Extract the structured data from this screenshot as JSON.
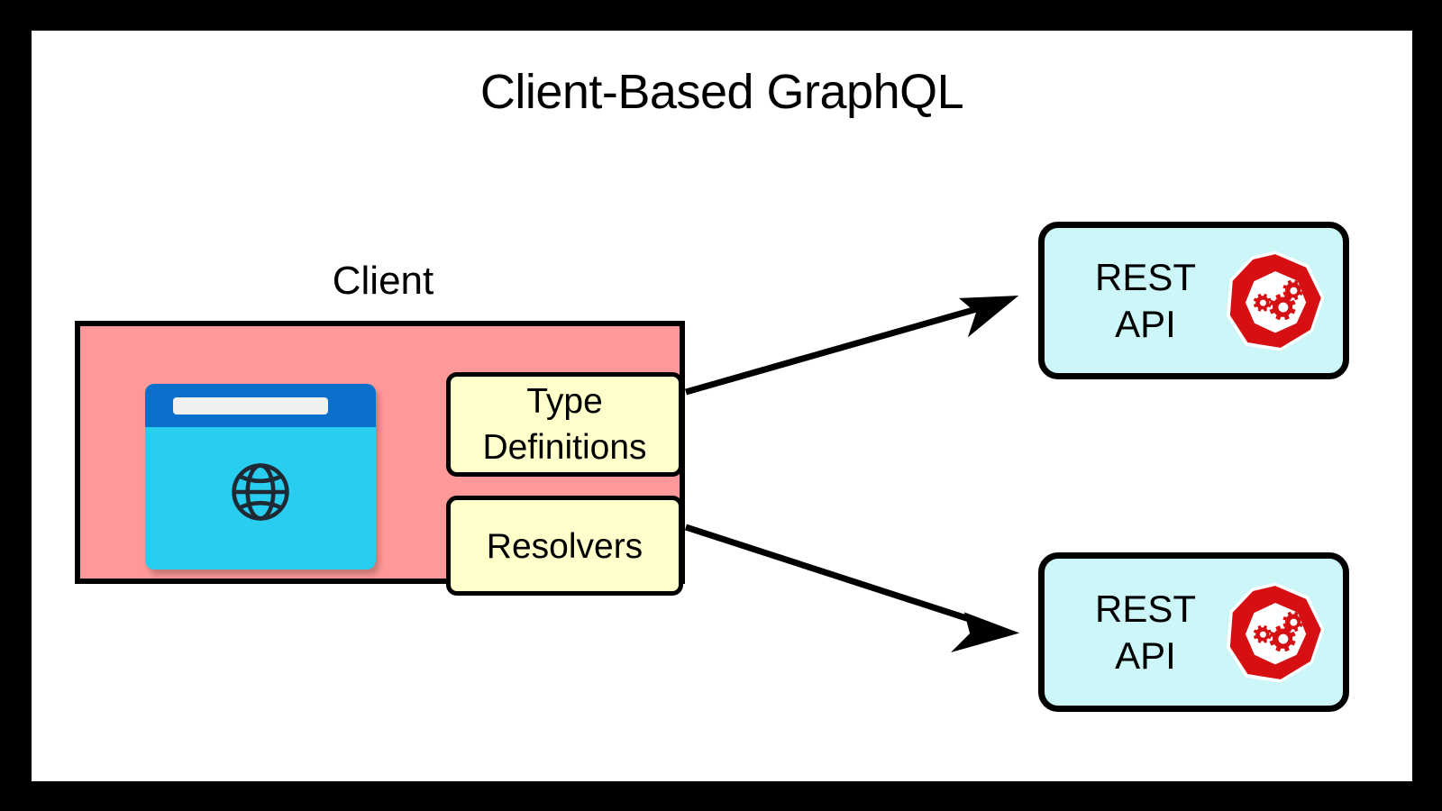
{
  "page": {
    "title": "Client-Based GraphQL",
    "background_color": "#000000",
    "canvas_color": "#ffffff"
  },
  "client": {
    "label": "Client",
    "fill_color": "#ff9999",
    "border_color": "#000000",
    "browser_icon": {
      "name": "browser-window-globe-icon",
      "titlebar_color": "#0b6fcc",
      "body_color": "#29cdf0",
      "addressbar_color": "#eff0f1",
      "globe_color": "#1f2933"
    },
    "modules": [
      {
        "id": "type-definitions",
        "label": "Type\nDefinitions",
        "line1": "Type",
        "line2": "Definitions",
        "fill_color": "#ffffcc",
        "border_color": "#000000"
      },
      {
        "id": "resolvers",
        "label": "Resolvers",
        "line1": "Resolvers",
        "line2": "",
        "fill_color": "#ffffcc",
        "border_color": "#000000"
      }
    ]
  },
  "services": [
    {
      "id": "rest-api-1",
      "line1": "REST",
      "line2": "API",
      "fill_color": "#cdf6f9",
      "border_color": "#000000",
      "icon": {
        "name": "gears-heptagon-icon",
        "badge_color": "#d50f12",
        "inner_color": "#ffffff"
      }
    },
    {
      "id": "rest-api-2",
      "line1": "REST",
      "line2": "API",
      "fill_color": "#cdf6f9",
      "border_color": "#000000",
      "icon": {
        "name": "gears-heptagon-icon",
        "badge_color": "#d50f12",
        "inner_color": "#ffffff"
      }
    }
  ],
  "connections": [
    {
      "id": "client-to-rest-api-1",
      "from": "client",
      "to": "rest-api-1",
      "style": "solid-arrow",
      "color": "#000000"
    },
    {
      "id": "client-to-rest-api-2",
      "from": "client",
      "to": "rest-api-2",
      "style": "solid-arrow",
      "color": "#000000"
    }
  ]
}
